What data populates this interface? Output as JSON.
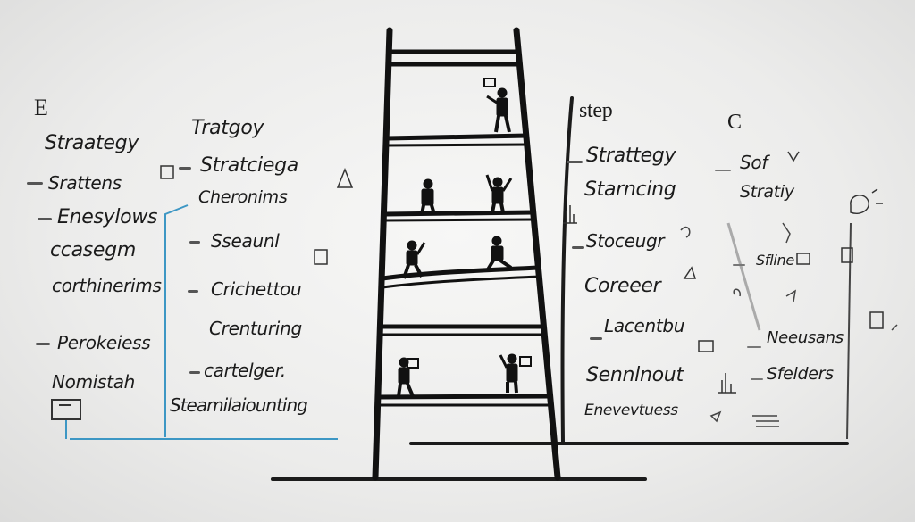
{
  "left_column": {
    "letter": "E",
    "items": [
      "Straategy",
      "Srattens",
      "Enesylows",
      "ccasegm",
      "corthinerims",
      "Perokeiess",
      "Nomistah"
    ]
  },
  "center_left_column": {
    "items": [
      "Tratgoy",
      "Stratciega",
      "Cheronims",
      "Sseaunl",
      "Crichettou",
      "Crenturing",
      "cartelger.",
      "Steamilaiounting"
    ]
  },
  "right_column": {
    "header": "step",
    "items": [
      "Strattegy",
      "Starncing",
      "Stoceugr",
      "Coreeer",
      "Lacentbu",
      "Sennlnout",
      "Enevevtuess"
    ]
  },
  "far_right_column": {
    "letter": "C",
    "items": [
      "Sof",
      "Stratiy",
      "Sfline",
      "Neeusans",
      "Sfelders"
    ]
  },
  "icons": [
    "ladder-icon",
    "climbing-person-icon",
    "lightbulb-icon",
    "chart-icon",
    "document-icon",
    "triangle-icon",
    "monitor-icon"
  ]
}
